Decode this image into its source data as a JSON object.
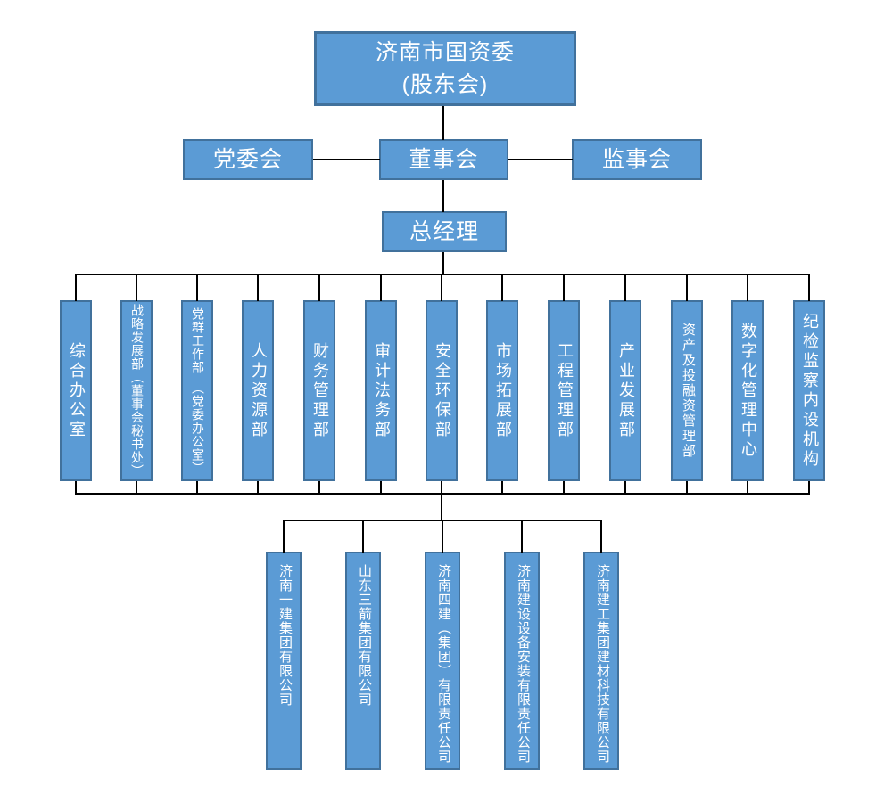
{
  "root": {
    "line1": "济南市国资委",
    "line2": "(股东会)"
  },
  "level2": [
    {
      "label": "党委会"
    },
    {
      "label": "董事会"
    },
    {
      "label": "监事会"
    }
  ],
  "general_manager": {
    "label": "总经理"
  },
  "departments": [
    {
      "label": "综合办公室"
    },
    {
      "label": "战略发展部（董事会秘书处）"
    },
    {
      "label": "党群工作部　（党委办公室）"
    },
    {
      "label": "人力资源部"
    },
    {
      "label": "财务管理部"
    },
    {
      "label": "审计法务部"
    },
    {
      "label": "安全环保部"
    },
    {
      "label": "市场拓展部"
    },
    {
      "label": "工程管理部"
    },
    {
      "label": "产业发展部"
    },
    {
      "label": "资产及投融资管理部"
    },
    {
      "label": "数字化管理中心"
    },
    {
      "label": "纪检监察内设机构"
    }
  ],
  "companies": [
    {
      "label": "济南一建集团有限公司"
    },
    {
      "label": "山东三箭集团有限公司"
    },
    {
      "label": "济南四建（集团）有限责任公司"
    },
    {
      "label": "济南建设设备安装有限责任公司"
    },
    {
      "label": "济南建工集团建材科技有限公司"
    }
  ],
  "colors": {
    "box_fill": "#5b9bd5",
    "box_border": "#41719c",
    "box_text": "#ffffff",
    "connector_line": "#000000",
    "background": "#ffffff"
  }
}
